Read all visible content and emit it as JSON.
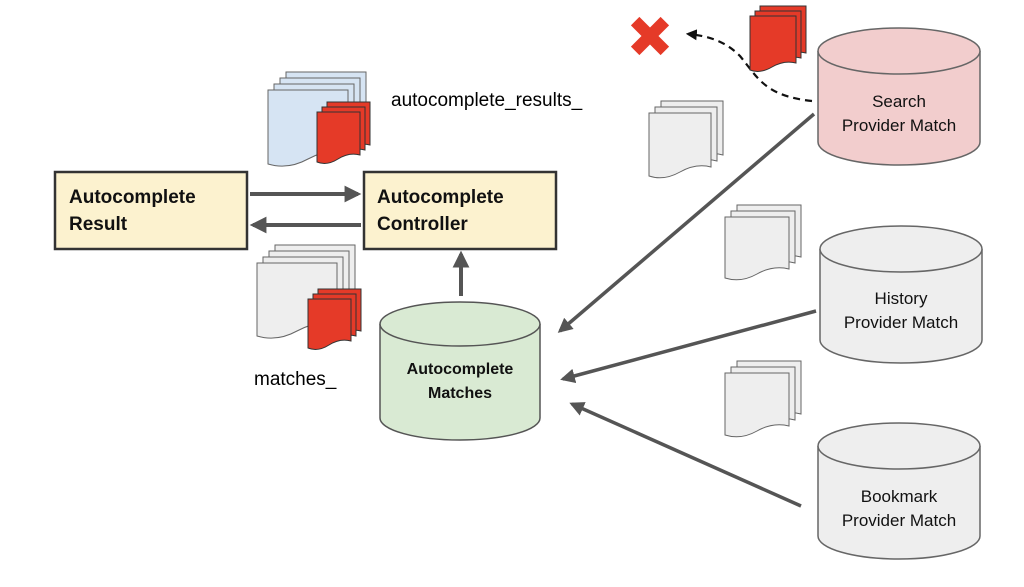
{
  "labels": {
    "autocomplete_results": "autocomplete_results_",
    "matches": "matches_"
  },
  "boxes": {
    "result": [
      "Autocomplete",
      "Result"
    ],
    "controller": [
      "Autocomplete",
      "Controller"
    ]
  },
  "databases": {
    "matches": [
      "Autocomplete",
      "Matches"
    ],
    "search": [
      "Search",
      "Provider Match"
    ],
    "history": [
      "History",
      "Provider Match"
    ],
    "bookmark": [
      "Bookmark",
      "Provider Match"
    ]
  },
  "colors": {
    "box_fill": "#fcf2cf",
    "matches_fill": "#d9ead3",
    "search_fill": "#f2cdcd",
    "provider_fill": "#eeeeee",
    "doc_blue": "#d6e4f3",
    "doc_gray": "#eeeeee",
    "doc_red": "#e53a28",
    "arrow": "#555555"
  },
  "icons": {
    "rejected": "red-x-icon"
  }
}
